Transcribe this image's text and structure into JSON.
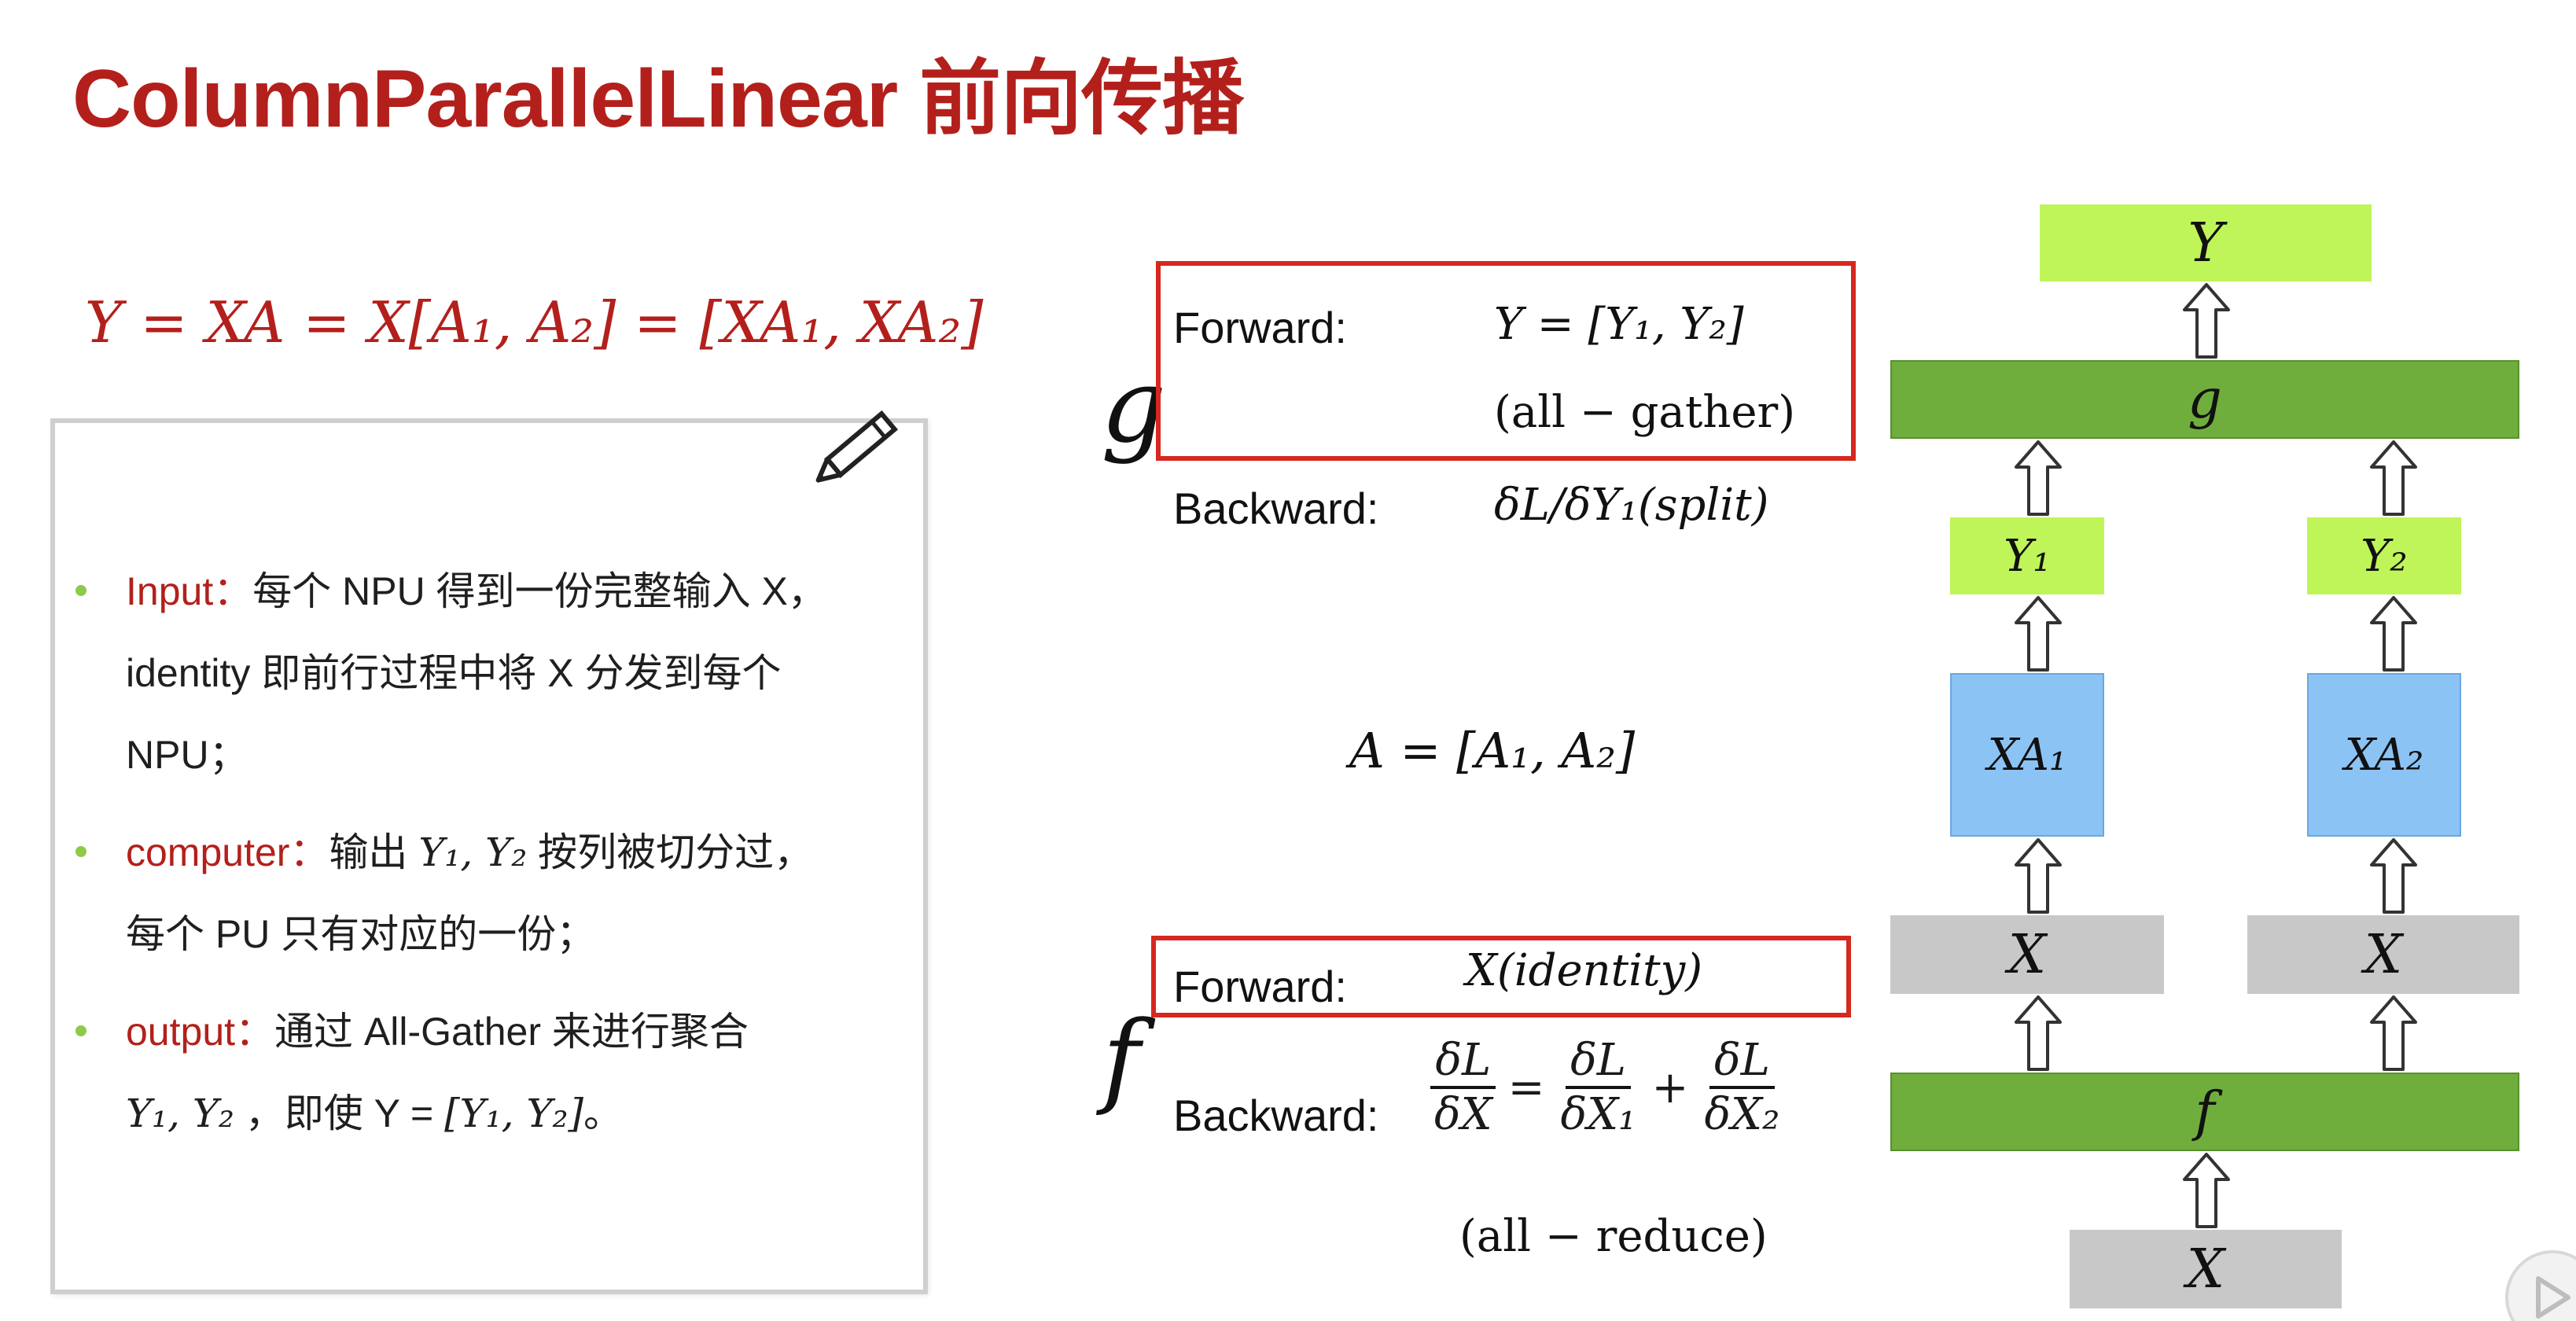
{
  "title": "ColumnParallelLinear 前向传播",
  "main_equation": "Y = XA = X[A₁, A₂] = [XA₁, XA₂]",
  "bullets": [
    {
      "keyword": "Input：",
      "line1": "每个 NPU 得到一份完整输入 X，",
      "line2": "identity 即前行过程中将 X 分发到每个",
      "line3": "NPU；"
    },
    {
      "keyword": "computer：",
      "line1_pre": "输出 ",
      "line1_math": "Y₁, Y₂",
      "line1_post": " 按列被切分过，",
      "line2": "每个 PU 只有对应的一份；"
    },
    {
      "keyword": "output：",
      "line1": "通过 All-Gather 来进行聚合",
      "line2_math": "Y₁, Y₂",
      "line2_mid": "  ，即使 Y = ",
      "line2_math2": "[Y₁, Y₂]",
      "line2_end": "。"
    }
  ],
  "g_section": {
    "letter": "g",
    "forward_label": "Forward:",
    "forward_eq": "Y = [Y₁, Y₂]",
    "forward_note": "(all − gather)",
    "backward_label": "Backward:",
    "backward_eq": "δL/δY₁(split)"
  },
  "a_equation": "A = [A₁, A₂]",
  "f_section": {
    "letter": "f",
    "forward_label": "Forward:",
    "forward_eq": "X(identity)",
    "backward_label": "Backward:",
    "frac1_num": "δL",
    "frac1_den": "δX",
    "eq_sign": "=",
    "frac2_num": "δL",
    "frac2_den": "δX₁",
    "plus_sign": "+",
    "frac3_num": "δL",
    "frac3_den": "δX₂",
    "backward_note": "(all − reduce)"
  },
  "flow": {
    "y_top": "Y",
    "g_bar": "g",
    "y1": "Y₁",
    "y2": "Y₂",
    "xa1": "XA₁",
    "xa2": "XA₂",
    "x_left": "X",
    "x_right": "X",
    "f_bar": "f",
    "x_bottom": "X"
  },
  "colors": {
    "title_red": "#b3201c",
    "box_red": "#d6281f",
    "light_green": "#bff558",
    "dark_green": "#6fae3c",
    "blue": "#8cc3f5",
    "gray": "#c8c8c8",
    "bullet_green": "#8fc94a"
  },
  "icons": [
    "pencil-icon",
    "up-arrow-icon",
    "play-icon"
  ]
}
